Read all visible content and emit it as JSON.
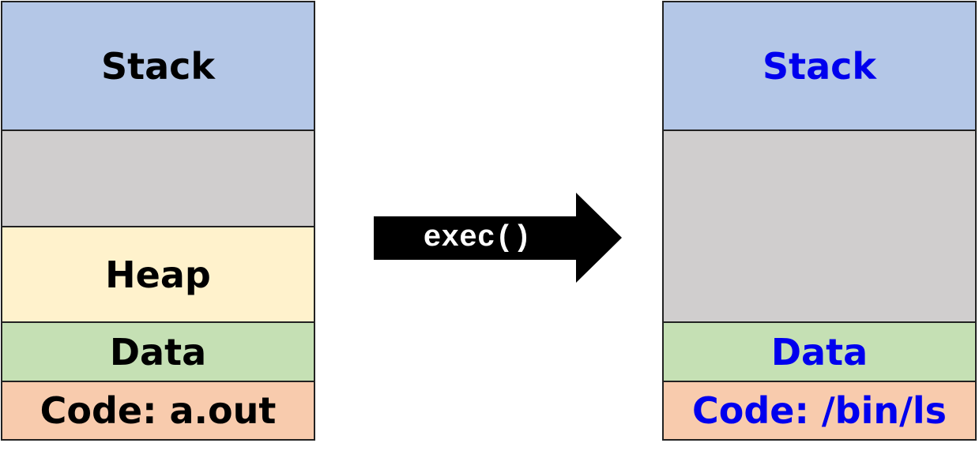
{
  "before": {
    "segments": {
      "stack": "Stack",
      "gap": "",
      "heap": "Heap",
      "data": "Data",
      "code": "Code: a.out"
    }
  },
  "transition": {
    "label": "exec()"
  },
  "after": {
    "segments": {
      "stack": "Stack",
      "gap": "",
      "data": "Data",
      "code": "Code: /bin/ls"
    }
  },
  "colors": {
    "stack": "#b4c7e7",
    "gap": "#d0cece",
    "heap": "#fff2cc",
    "data": "#c5e0b4",
    "code": "#f8cbad",
    "changed_text": "#0000ee"
  }
}
